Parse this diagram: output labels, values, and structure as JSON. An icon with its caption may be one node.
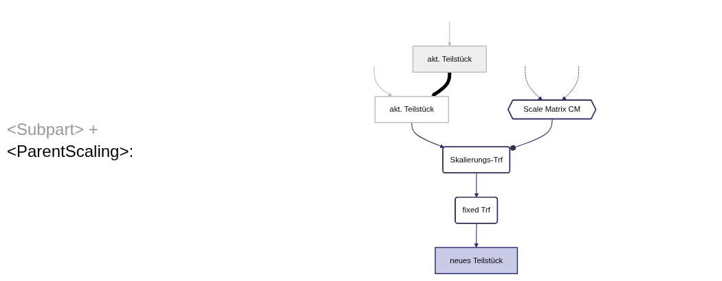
{
  "diagram": {
    "nodes": [
      {
        "text": [
          "akt. Teilstück"
        ]
      },
      {
        "text": [
          "akt. Teilstück"
        ]
      },
      {
        "text": [
          "Scale Matrix CM"
        ]
      },
      {
        "text": [
          "Skalierungs-Trf"
        ]
      },
      {
        "text": [
          "fixed Trf"
        ]
      },
      {
        "text": [
          "neues Teilstück"
        ]
      }
    ],
    "edges": [
      {
        "from": null,
        "to": 0,
        "arrow": "to",
        "color": "#bbbbbb"
      },
      {
        "from": null,
        "to": 1,
        "arrow": "to",
        "color": "#bbbbbb"
      },
      {
        "from": 0,
        "to": 1,
        "arrow": "to",
        "style": "thick",
        "color": "#000000"
      },
      {
        "from": null,
        "to": 2,
        "arrow": "to",
        "style": "dashed"
      },
      {
        "from": null,
        "to": 2,
        "arrow": "to",
        "style": "dashed"
      },
      {
        "from": 1,
        "to": 3,
        "arrow": "to"
      },
      {
        "from": 2,
        "to": 3,
        "arrow": "other"
      },
      {
        "from": 3,
        "to": 4,
        "arrow": "to"
      },
      {
        "from": 4,
        "to": 5,
        "arrow": "to"
      }
    ],
    "labels": [
      "<Subpart> +",
      "<ParentScaling>:"
    ]
  }
}
